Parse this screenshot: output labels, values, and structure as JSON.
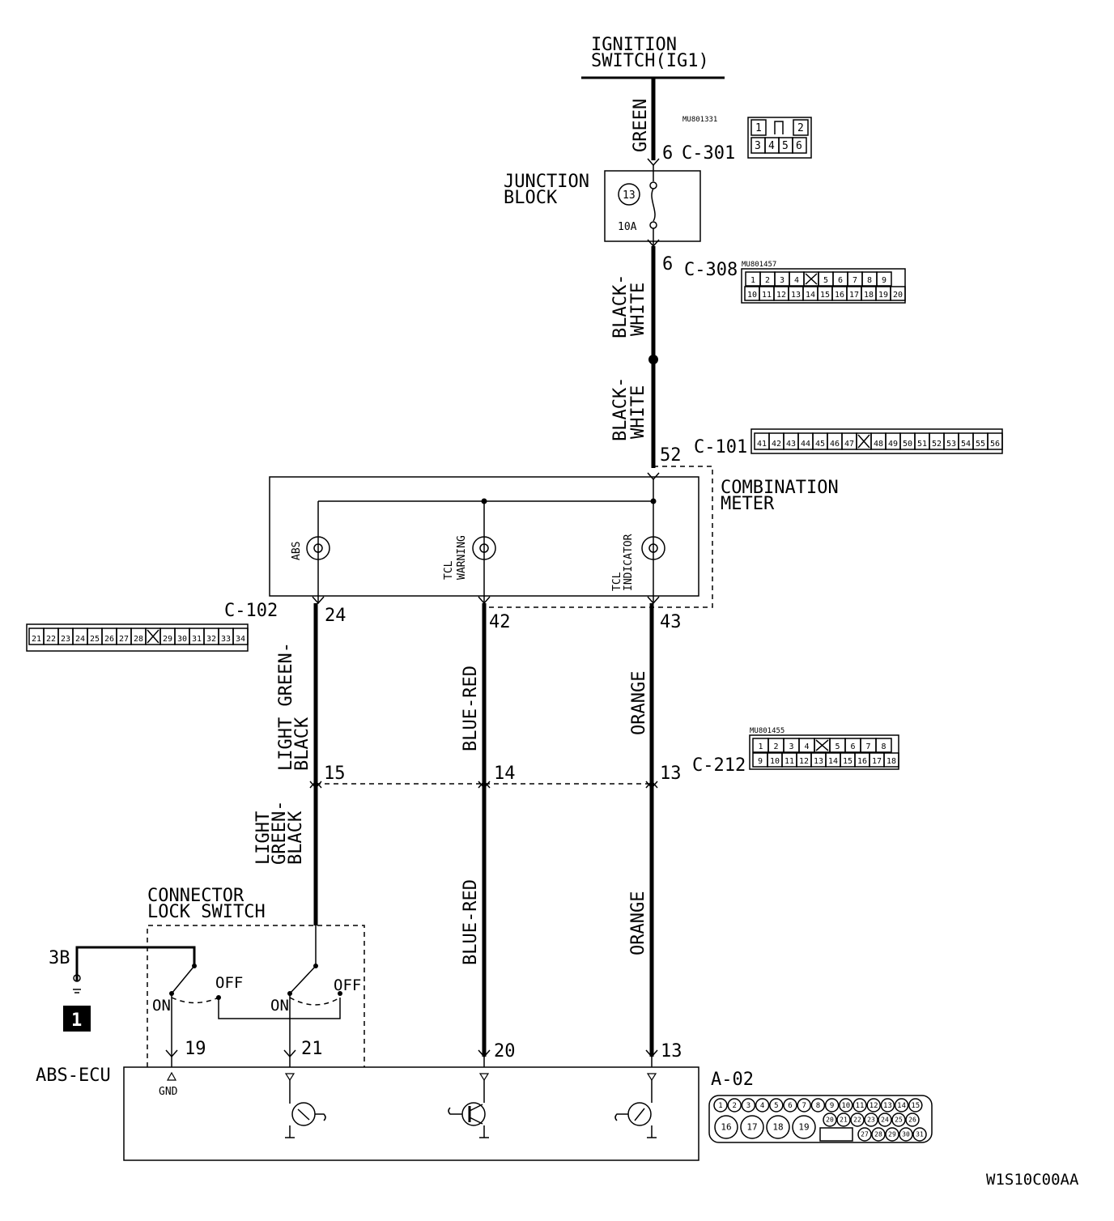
{
  "ignition": {
    "line1": "IGNITION",
    "line2": "SWITCH(IG1)"
  },
  "wires": {
    "top": "GREEN",
    "bw1": [
      "BLACK-",
      "WHITE"
    ],
    "bw2": [
      "BLACK-",
      "WHITE"
    ],
    "lgb1": [
      "LIGHT GREEN-",
      "BLACK"
    ],
    "lgb2": [
      "LIGHT",
      "GREEN-",
      "BLACK"
    ],
    "br1": "BLUE-RED",
    "br2": "BLUE-RED",
    "or1": "ORANGE",
    "or2": "ORANGE"
  },
  "junction": {
    "line1": "JUNCTION",
    "line2": "BLOCK",
    "fuse_no": "13",
    "fuse_rating": "10A"
  },
  "connectors": {
    "c301": {
      "name": "C-301",
      "pin": "6",
      "part": "MU801331",
      "row1": [
        "1",
        "",
        "2"
      ],
      "row2": [
        "3",
        "4",
        "5",
        "6"
      ]
    },
    "c308": {
      "name": "C-308",
      "pin": "6",
      "part": "MU801457",
      "row1": [
        "1",
        "2",
        "3",
        "4",
        "",
        "5",
        "6",
        "7",
        "8",
        "9"
      ],
      "row2": [
        "10",
        "11",
        "12",
        "13",
        "14",
        "15",
        "16",
        "17",
        "18",
        "19",
        "20"
      ]
    },
    "c101": {
      "name": "C-101",
      "pin": "52",
      "pins": [
        "41",
        "42",
        "43",
        "44",
        "45",
        "46",
        "47",
        "",
        "48",
        "49",
        "50",
        "51",
        "52",
        "53",
        "54",
        "55",
        "56"
      ]
    },
    "c102": {
      "name": "C-102",
      "pins": [
        "21",
        "22",
        "23",
        "24",
        "25",
        "26",
        "27",
        "28",
        "",
        "29",
        "30",
        "31",
        "32",
        "33",
        "34"
      ]
    },
    "c212": {
      "name": "C-212",
      "part": "MU801455",
      "row1": [
        "1",
        "2",
        "3",
        "4",
        "",
        "5",
        "6",
        "7",
        "8"
      ],
      "row2": [
        "9",
        "10",
        "11",
        "12",
        "13",
        "14",
        "15",
        "16",
        "17",
        "18"
      ]
    },
    "a02": {
      "name": "A-02",
      "row1": [
        "1",
        "2",
        "3",
        "4",
        "5",
        "6",
        "7",
        "8",
        "9",
        "10",
        "11",
        "12",
        "13",
        "14",
        "15"
      ],
      "row2big": [
        "16",
        "17",
        "18",
        "19"
      ],
      "row2": [
        "20",
        "21",
        "22",
        "23",
        "24",
        "25",
        "26"
      ],
      "row3": [
        "27",
        "28",
        "29",
        "30",
        "31"
      ]
    }
  },
  "meter": {
    "line1": "COMBINATION",
    "line2": "METER",
    "abs": "ABS",
    "tcl_warning": [
      "TCL",
      "WARNING"
    ],
    "tcl_indicator": [
      "TCL",
      "INDICATOR"
    ],
    "pins": [
      "24",
      "42",
      "43"
    ]
  },
  "c212_pins": [
    "15",
    "14",
    "13"
  ],
  "lock_switch": {
    "line1": "CONNECTOR",
    "line2": "LOCK SWITCH",
    "on": "ON",
    "off": "OFF",
    "ground_ref": "3B",
    "badge": "1"
  },
  "ecu": {
    "name": "ABS-ECU",
    "gnd": "GND",
    "pins": [
      "19",
      "21",
      "20",
      "13"
    ]
  },
  "code": "W1S10C00AA"
}
